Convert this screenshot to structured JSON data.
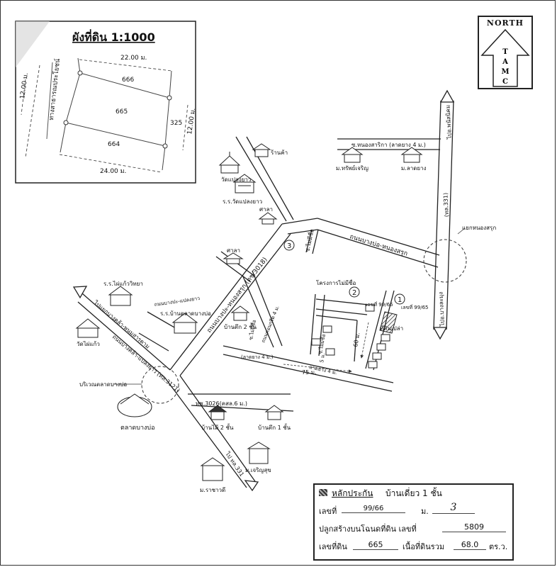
{
  "plot_plan": {
    "title": "ผังที่ดิน 1:1000",
    "dim_top": "22.00 ม.",
    "dim_bottom": "24.00 ม.",
    "dim_left": "12.00 ม.",
    "dim_right": "12.00 ม.",
    "road_label": "ทางสาธารณประโยชน์",
    "plots": [
      "666",
      "665",
      "664",
      "325"
    ]
  },
  "north_arrow": {
    "label": "NORTH",
    "letters": [
      "T",
      "A",
      "M",
      "C"
    ]
  },
  "map": {
    "road_labels": {
      "main_road": "ถนนบางปะ-หนองสรุก (ตช.3018)",
      "road_nongsarak": "ถนนบางบ่อ-หนองสรุก",
      "hwy_331_top": "(ทล.331)",
      "to_chonburi": "ไปอ.พนัสนิคม",
      "to_bangkhla": "ไปอ.บางละมุง",
      "soi_nongsathip": "ซ.หนองสาริกา (ลาดยาง 4 ม.)",
      "to_khao_din": "ไปแยกบางคล้า-พนมสารคาม",
      "road_3101": "ถนนบางคล้า-แปลงยาว (ทล.3121)",
      "road_3026": "ทช.3026(คสล.6 ม.)",
      "to_331_bottom": "ไป ทล.331",
      "road_local": "ถนนคอนกรีต 4 ม.",
      "lat_4m_a": "(ลาดยาง 4 ม.)",
      "lat_4m_b": "ลาดยาง 4 ม.",
      "soi_a": "ซ.ไม่มีชื่อ",
      "soi_b": "ซ.ไม่มีชื่อ",
      "soi_c": "ซ.ไม่มีชื่อ",
      "road_house_side": "ถนนบางปะ-แปลงยาว"
    },
    "places": {
      "store": "ร้านค้า",
      "wat_plang": "วัดแปลงยาว",
      "school_wat": "ร.ร.วัดแปลงยาว",
      "sala_top": "ศาลา",
      "sala_mid": "ศาลา",
      "ban_phet": "ม.ทรัพย์เจริญ",
      "ban_lao": "ม.ลาดยาง",
      "jn_nongsarak": "แยกหนองสรุก",
      "project": "โครงการไม่มีชื่อ",
      "school_mai": "ร.ร.ไผ่แก้ววิทยา",
      "school_ban": "ร.ร.บ้านตลาดบางบ่อ",
      "wat_phai": "วัดไผ่แก้ว",
      "house_2fl_mid": "บ้านตึก 2 ชั้น",
      "market_area": "บริเวณตลาดบางบ่อ",
      "market": "ตลาดบางบ่อ",
      "house_wood": "บ้านไม้ 2 ชั้น",
      "house_1fl": "บ้านตึก 1 ชั้น",
      "ban_charoen": "ม.เจริญสุข",
      "ban_rachawadee": "ม.ราชาวดี",
      "land_empty": "ที่ดินเปล่า",
      "house_no1": "เลขที่ 99/66",
      "house_no2": "เลขที่ 99/65"
    },
    "markers": [
      "1",
      "2",
      "3"
    ],
    "dims": {
      "d60": "60 ม.",
      "d75": "75 ม.",
      "d5": "5 ม."
    }
  },
  "collateral": {
    "title": "หลักประกัน",
    "type": "บ้านเดี่ยว 1  ชั้น",
    "house_no_label": "เลขที่",
    "house_no": "99/66",
    "moo_label": "ม.",
    "moo": "3",
    "built_on_label": "ปลูกสร้างบนโฉนดที่ดิน เลขที่",
    "deed_no": "5809",
    "land_no_label": "เลขที่ดิน",
    "land_no": "665",
    "area_label": "เนื้อที่ดินรวม",
    "area": "68.0",
    "area_unit": "ตร.ว."
  }
}
